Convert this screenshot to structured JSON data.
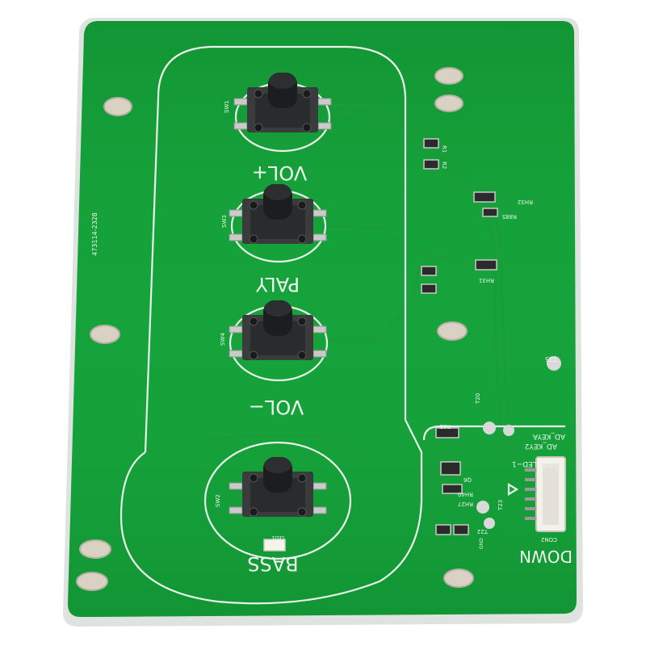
{
  "board": {
    "colors": {
      "solder_mask": "#16a33b",
      "edge": "#e6e9e6",
      "silkscreen": "#eef5ee",
      "pad": "#c8cbc8",
      "switch_body": "#2a2b2c"
    },
    "part_number": "473114-2328",
    "buttons": [
      {
        "label": "VOL+",
        "ref": "SW1"
      },
      {
        "label": "PALY",
        "ref": "SW3"
      },
      {
        "label": "VOL−",
        "ref": "SW4"
      },
      {
        "label": "BASS",
        "ref": "SW2"
      }
    ],
    "connector": {
      "label": "DOWN",
      "ref": "CON2"
    },
    "component_refs": [
      "R1",
      "R2",
      "RH32",
      "R885",
      "RH31",
      "R65",
      "Q6",
      "RH40",
      "RH27",
      "T22",
      "T23",
      "T25",
      "T20",
      "LED1",
      "GND"
    ],
    "net_labels": [
      "AD_KEY2",
      "AD_KEYA",
      "LED−LED−1"
    ]
  }
}
